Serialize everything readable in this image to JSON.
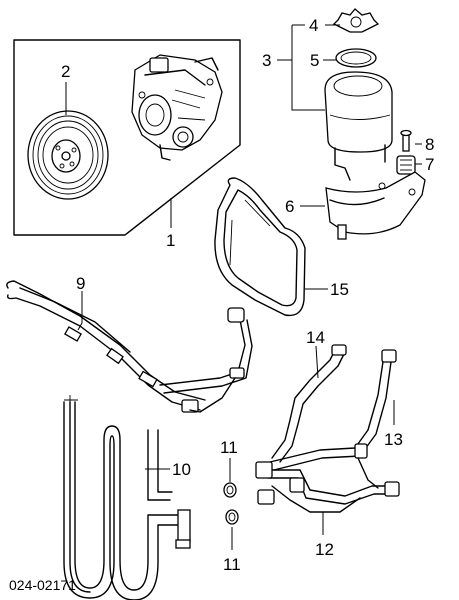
{
  "diagram": {
    "reference_code": "024-02171",
    "callouts": {
      "c1": "1",
      "c2": "2",
      "c3": "3",
      "c4": "4",
      "c5": "5",
      "c6": "6",
      "c7": "7",
      "c8": "8",
      "c9": "9",
      "c10": "10",
      "c11a": "11",
      "c11b": "11",
      "c12": "12",
      "c13": "13",
      "c14": "14",
      "c15": "15"
    }
  }
}
